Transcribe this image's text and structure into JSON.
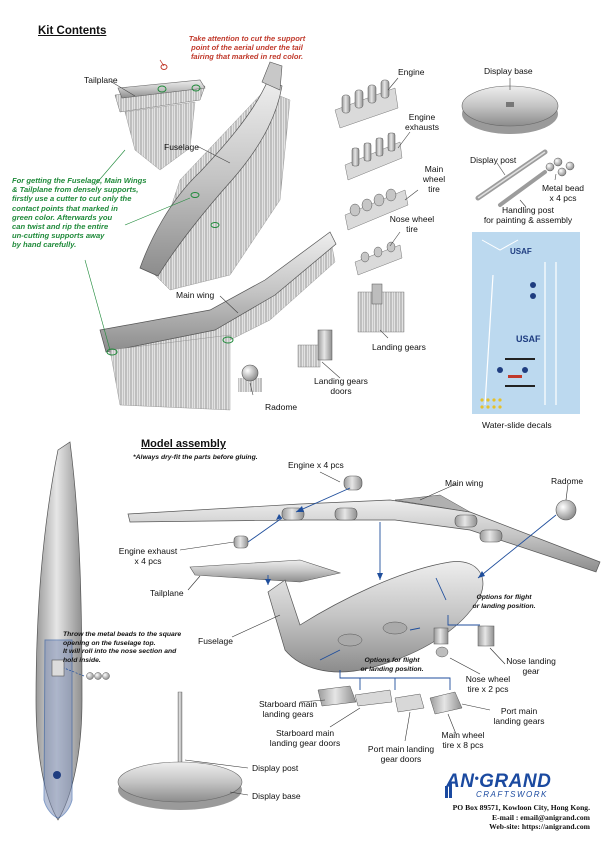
{
  "kit_contents": {
    "heading": "Kit Contents",
    "red_note_lines": [
      "Take attention to cut the support",
      "point of the aerial under the tail",
      "fairing that marked in red color."
    ],
    "green_note_lines": [
      "For getting the Fuselage, Main Wings",
      "& Tailplane from densely supports,",
      "firstly use a cutter to cut only the",
      "contact points that marked in",
      "green color.  Afterwards you",
      "can twist and rip the entire",
      "un-cutting supports away",
      "by hand carefully."
    ],
    "labels": {
      "tailplane": "Tailplane",
      "fuselage": "Fuselage",
      "main_wing": "Main wing",
      "radome": "Radome",
      "engine": "Engine",
      "engine_exhausts": [
        "Engine",
        "exhausts"
      ],
      "main_wheel_tire": [
        "Main",
        "wheel",
        "tire"
      ],
      "nose_wheel_tire": [
        "Nose wheel",
        "tire"
      ],
      "landing_gears": "Landing gears",
      "landing_gears_doors": [
        "Landing gears",
        "doors"
      ],
      "display_base": "Display base",
      "display_post": "Display post",
      "metal_bead": [
        "Metal bead",
        "x 4 pcs"
      ],
      "handling_post": [
        "Handling post",
        "for painting & assembly"
      ],
      "decals": "Water-slide decals"
    },
    "decal_text": {
      "usaf_top": "USAF",
      "usaf_mid": "USAF"
    }
  },
  "model_assembly": {
    "heading": "Model assembly",
    "dry_fit_note": "*Always  dry-fit the parts before gluing.",
    "metal_beads_note_lines": [
      "Throw the metal beads to the square",
      "opening on the fuselage top.",
      "It will roll into the nose section and",
      "hold inside."
    ],
    "options_note_lines": [
      "Options for flight",
      "or landing position."
    ],
    "labels": {
      "engine_x4": "Engine x 4 pcs",
      "main_wing": "Main wing",
      "radome": "Radome",
      "engine_exhaust": [
        "Engine exhaust",
        "x 4 pcs"
      ],
      "tailplane": "Tailplane",
      "fuselage": "Fuselage",
      "nose_landing_gear": [
        "Nose landing",
        "gear"
      ],
      "nose_wheel_tire": [
        "Nose wheel",
        "tire x 2 pcs"
      ],
      "starboard_main_gears": [
        "Starboard main",
        "landing gears"
      ],
      "starboard_main_doors": [
        "Starboard main",
        "landing gear doors"
      ],
      "port_main_doors": [
        "Port main landing",
        "gear doors"
      ],
      "main_wheel_tire": [
        "Main wheel",
        "tire x 8 pcs"
      ],
      "port_main_gears": [
        "Port main",
        "landing gears"
      ],
      "display_post": "Display post",
      "display_base": "Display base"
    }
  },
  "brand": {
    "name_part1": "AN",
    "name_part2": "GRAND",
    "sub": "CRAFTSWORK",
    "address": "PO Box 89571, Kowloon City, Hong Kong.",
    "email": "E-mail : email@anigrand.com",
    "website": "Web-site: https://anigrand.com",
    "color": "#1b4aa0"
  },
  "colors": {
    "red_note": "#c0392b",
    "green_note": "#1f8a3a",
    "leader_blue": "#1f4e9c",
    "decal_blue": "#bcd9ef"
  }
}
